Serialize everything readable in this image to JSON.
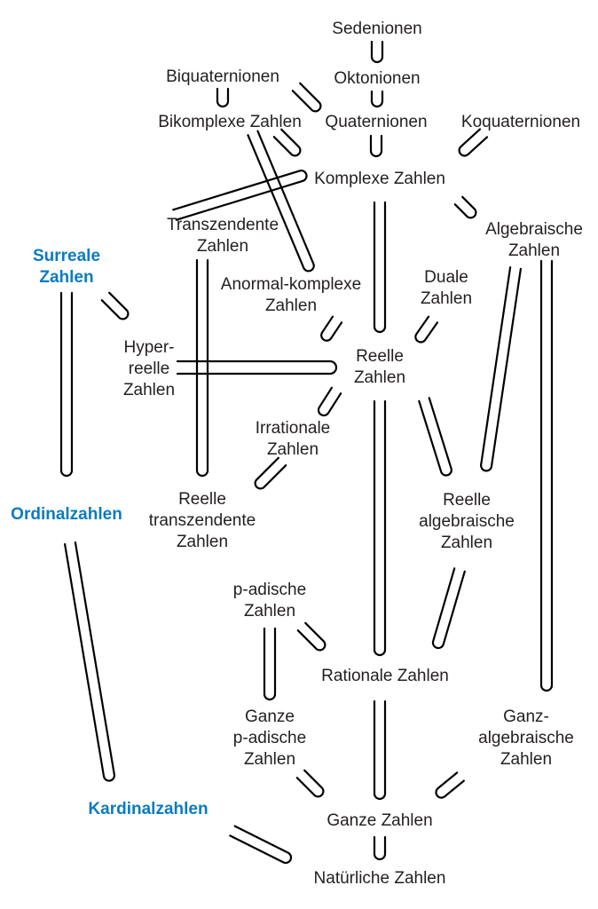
{
  "colors": {
    "text": "#231f20",
    "highlight": "#0b7bc1",
    "line": "#000000",
    "background": "#ffffff"
  },
  "nodes": {
    "sedenionen": [
      "Sedenionen"
    ],
    "oktonionen": [
      "Oktonionen"
    ],
    "biquaternionen": [
      "Biquaternionen"
    ],
    "bikomplexe": [
      "Bikomplexe Zahlen"
    ],
    "quaternionen": [
      "Quaternionen"
    ],
    "koquaternionen": [
      "Koquaternionen"
    ],
    "komplexe": [
      "Komplexe Zahlen"
    ],
    "transzendente": [
      "Transzendente",
      "Zahlen"
    ],
    "algebraische": [
      "Algebraische",
      "Zahlen"
    ],
    "surreale": [
      "Surreale",
      "Zahlen"
    ],
    "anormal": [
      "Anormal-komplexe",
      "Zahlen"
    ],
    "duale": [
      "Duale",
      "Zahlen"
    ],
    "hyperreelle": [
      "Hyper-",
      "reelle",
      "Zahlen"
    ],
    "reelle": [
      "Reelle",
      "Zahlen"
    ],
    "irrationale": [
      "Irrationale",
      "Zahlen"
    ],
    "ordinalzahlen": [
      "Ordinalzahlen"
    ],
    "reelle_transzendente": [
      "Reelle",
      "transzendente",
      "Zahlen"
    ],
    "reelle_algebraische": [
      "Reelle",
      "algebraische",
      "Zahlen"
    ],
    "padische": [
      "p-adische",
      "Zahlen"
    ],
    "rationale": [
      "Rationale Zahlen"
    ],
    "ganze_padische": [
      "Ganze",
      "p-adische",
      "Zahlen"
    ],
    "ganz_algebraische": [
      "Ganz-",
      "algebraische",
      "Zahlen"
    ],
    "kardinalzahlen": [
      "Kardinalzahlen"
    ],
    "ganze": [
      "Ganze Zahlen"
    ],
    "natuerliche": [
      "Natürliche Zahlen"
    ]
  }
}
